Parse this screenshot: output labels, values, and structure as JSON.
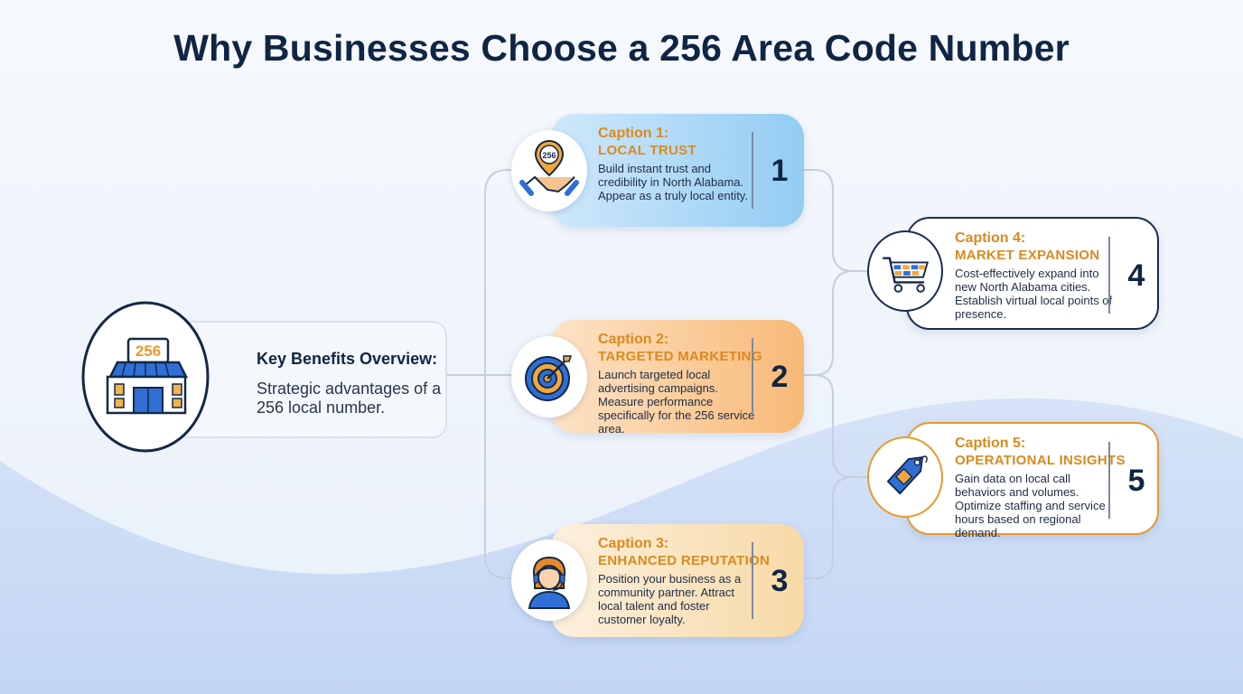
{
  "title": "Why Businesses Choose a 256 Area Code Number",
  "hub": {
    "title": "Key Benefits Overview:",
    "subtitle": "Strategic advantages of a 256 local number.",
    "sign_text": "256",
    "icon": "storefront-icon"
  },
  "captions": [
    {
      "caption": "Caption 1:",
      "title": "LOCAL TRUST",
      "description": "Build instant trust and credibility in North Alabama. Appear as a truly local entity.",
      "number": "1",
      "badge_text": "256",
      "icon": "handshake-pin-icon",
      "color": "#93ccf3"
    },
    {
      "caption": "Caption 2:",
      "title": "TARGETED MARKETING",
      "description": "Launch targeted local advertising campaigns. Measure performance specifically for the 256 service area.",
      "number": "2",
      "icon": "target-icon",
      "color": "#f8b977"
    },
    {
      "caption": "Caption 3:",
      "title": "ENHANCED REPUTATION",
      "description": "Position your business as a community partner. Attract local talent and foster customer loyalty.",
      "number": "3",
      "icon": "support-agent-icon",
      "color": "#f7d9a6"
    },
    {
      "caption": "Caption 4:",
      "title": "MARKET EXPANSION",
      "description": "Cost-effectively expand into new North Alabama cities. Establish virtual local points of presence.",
      "number": "4",
      "icon": "shopping-cart-icon",
      "color": "#1a2d4b"
    },
    {
      "caption": "Caption 5:",
      "title": "OPERATIONAL INSIGHTS",
      "description": "Gain data on local call behaviors and volumes. Optimize staffing and service hours based on regional demand.",
      "number": "5",
      "icon": "price-tag-icon",
      "color": "#e69a2e"
    }
  ],
  "colors": {
    "navy": "#0f2544",
    "accent_orange": "#d98a1f",
    "light_blue": "#2f6fd6"
  }
}
